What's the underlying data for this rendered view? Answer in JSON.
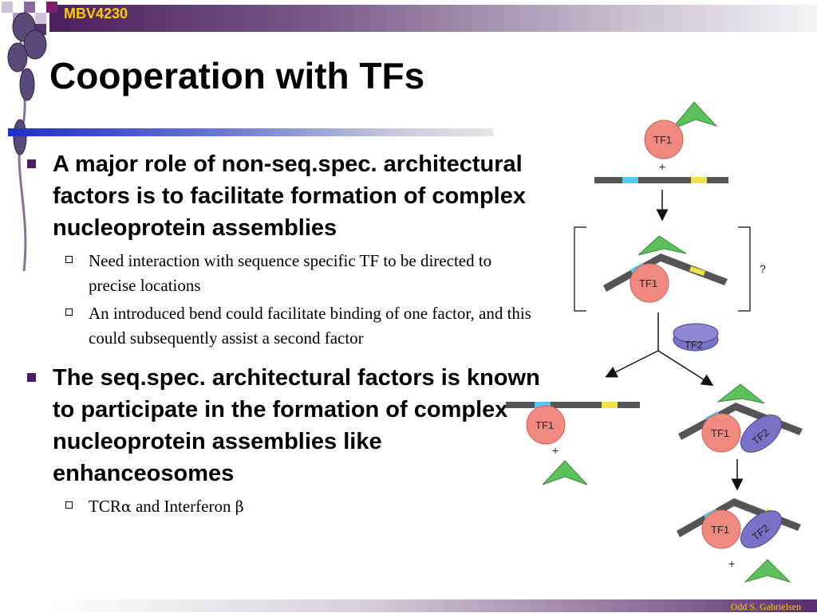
{
  "header": {
    "course": "MBV4230"
  },
  "slide": {
    "title": "Cooperation with TFs"
  },
  "bullets": [
    {
      "text": "A major role of non-seq.spec. architectural factors is to facilitate formation of complex nucleoprotein assemblies",
      "subs": [
        "Need interaction with sequence specific TF to be directed to precise locations",
        "An introduced bend could facilitate binding of one factor, and this could subsequently assist a second factor"
      ]
    },
    {
      "text": "The seq.spec. architectural factors is known to participate in the formation of complex nucleoprotein assemblies like enhanceosomes",
      "subs": [
        {
          "prefix": "TCR",
          "alpha": "α",
          "middle": " and Interferon ",
          "beta": "β"
        }
      ]
    }
  ],
  "diagram": {
    "tf1": "TF1",
    "tf2": "TF2",
    "plus": "+",
    "question": "?"
  },
  "footer": {
    "author": "Odd S. Gabrielsen"
  },
  "colors": {
    "accent_purple": "#4b1f5e",
    "course_yellow": "#ffcc00",
    "rule_blue": "#1f2fc2",
    "tf1_fill": "#f08a80",
    "tf2_fill": "#7a72c6",
    "ligand_green": "#5cc15c",
    "dna_gray": "#555555",
    "site_blue": "#5bc6f0",
    "site_yellow": "#f2e24a"
  }
}
